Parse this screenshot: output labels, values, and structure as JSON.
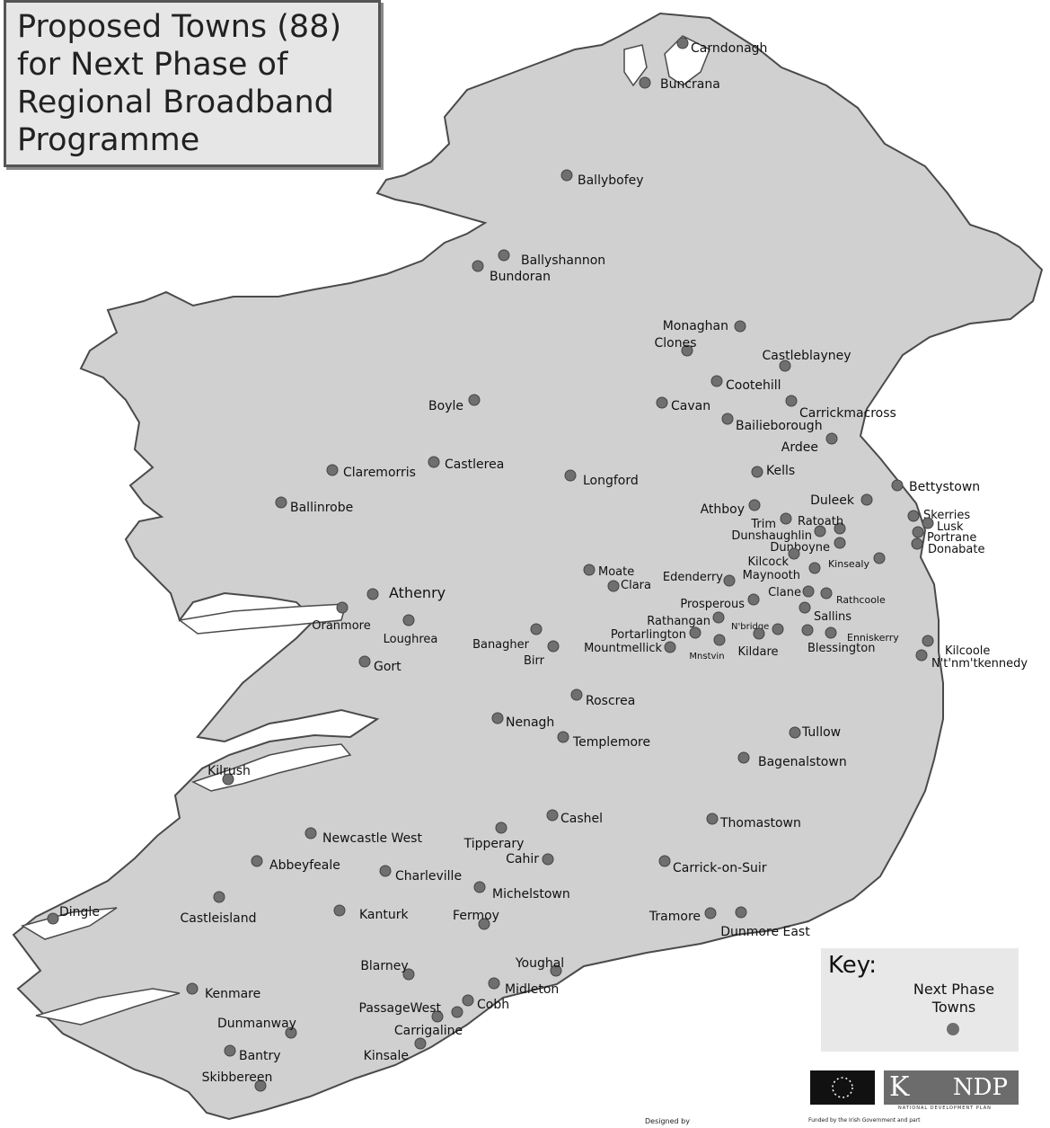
{
  "title_lines": [
    "Proposed Towns (88)",
    "for Next Phase of",
    "Regional Broadband",
    "Programme"
  ],
  "key": {
    "title": "Key:",
    "entry_lines": [
      "Next Phase",
      "Towns"
    ]
  },
  "logos": {
    "ndp_text": "NDP",
    "ndp_subtitle": "NATIONAL DEVELOPMENT PLAN"
  },
  "footer": {
    "designed_by": "Designed by",
    "funded_by": "Funded by the Irish Government and part"
  },
  "colors": {
    "land": "#d0d0d0",
    "coast": "#4a4a4a",
    "marker": "#6f6f6f",
    "sea": "#ffffff"
  },
  "towns": [
    {
      "name": "Carndonagh"
    },
    {
      "name": "Buncrana"
    },
    {
      "name": "Ballybofey"
    },
    {
      "name": "Ballyshannon"
    },
    {
      "name": "Bundoran"
    },
    {
      "name": "Monaghan"
    },
    {
      "name": "Clones"
    },
    {
      "name": "Castleblayney"
    },
    {
      "name": "Cootehill"
    },
    {
      "name": "Boyle"
    },
    {
      "name": "Cavan"
    },
    {
      "name": "Carrickmacross"
    },
    {
      "name": "Bailieborough"
    },
    {
      "name": "Ardee"
    },
    {
      "name": "Claremorris"
    },
    {
      "name": "Castlerea"
    },
    {
      "name": "Longford"
    },
    {
      "name": "Kells"
    },
    {
      "name": "Bettystown"
    },
    {
      "name": "Ballinrobe"
    },
    {
      "name": "Duleek"
    },
    {
      "name": "Athboy"
    },
    {
      "name": "Skerries"
    },
    {
      "name": "Lusk"
    },
    {
      "name": "Trim"
    },
    {
      "name": "Ratoath"
    },
    {
      "name": "Portrane"
    },
    {
      "name": "Dunshaughlin"
    },
    {
      "name": "Donabate"
    },
    {
      "name": "Dunboyne"
    },
    {
      "name": "Kilcock"
    },
    {
      "name": "Kinsealy"
    },
    {
      "name": "Moate"
    },
    {
      "name": "Edenderry"
    },
    {
      "name": "Maynooth"
    },
    {
      "name": "Clara"
    },
    {
      "name": "Athenry"
    },
    {
      "name": "Clane"
    },
    {
      "name": "Rathcoole"
    },
    {
      "name": "Prosperous"
    },
    {
      "name": "Oranmore"
    },
    {
      "name": "Sallins"
    },
    {
      "name": "Rathangan"
    },
    {
      "name": "N'bridge"
    },
    {
      "name": "Loughrea"
    },
    {
      "name": "Portarlington"
    },
    {
      "name": "Enniskerry"
    },
    {
      "name": "Banagher"
    },
    {
      "name": "Mountmellick"
    },
    {
      "name": "Blessington"
    },
    {
      "name": "Kilcoole"
    },
    {
      "name": "Mnstvin"
    },
    {
      "name": "Kildare"
    },
    {
      "name": "Birr"
    },
    {
      "name": "N't'nm'tkennedy"
    },
    {
      "name": "Gort"
    },
    {
      "name": "Roscrea"
    },
    {
      "name": "Nenagh"
    },
    {
      "name": "Tullow"
    },
    {
      "name": "Templemore"
    },
    {
      "name": "Bagenalstown"
    },
    {
      "name": "Kilrush"
    },
    {
      "name": "Cashel"
    },
    {
      "name": "Thomastown"
    },
    {
      "name": "Newcastle West"
    },
    {
      "name": "Tipperary"
    },
    {
      "name": "Cahir"
    },
    {
      "name": "Abbeyfeale"
    },
    {
      "name": "Carrick-on-Suir"
    },
    {
      "name": "Charleville"
    },
    {
      "name": "Michelstown"
    },
    {
      "name": "Dingle"
    },
    {
      "name": "Castleisland"
    },
    {
      "name": "Kanturk"
    },
    {
      "name": "Fermoy"
    },
    {
      "name": "Tramore"
    },
    {
      "name": "Dunmore East"
    },
    {
      "name": "Blarney"
    },
    {
      "name": "Youghal"
    },
    {
      "name": "Midleton"
    },
    {
      "name": "Kenmare"
    },
    {
      "name": "PassageWest"
    },
    {
      "name": "Cobh"
    },
    {
      "name": "Dunmanway"
    },
    {
      "name": "Carrigaline"
    },
    {
      "name": "Bantry"
    },
    {
      "name": "Kinsale"
    },
    {
      "name": "Skibbereen"
    }
  ]
}
